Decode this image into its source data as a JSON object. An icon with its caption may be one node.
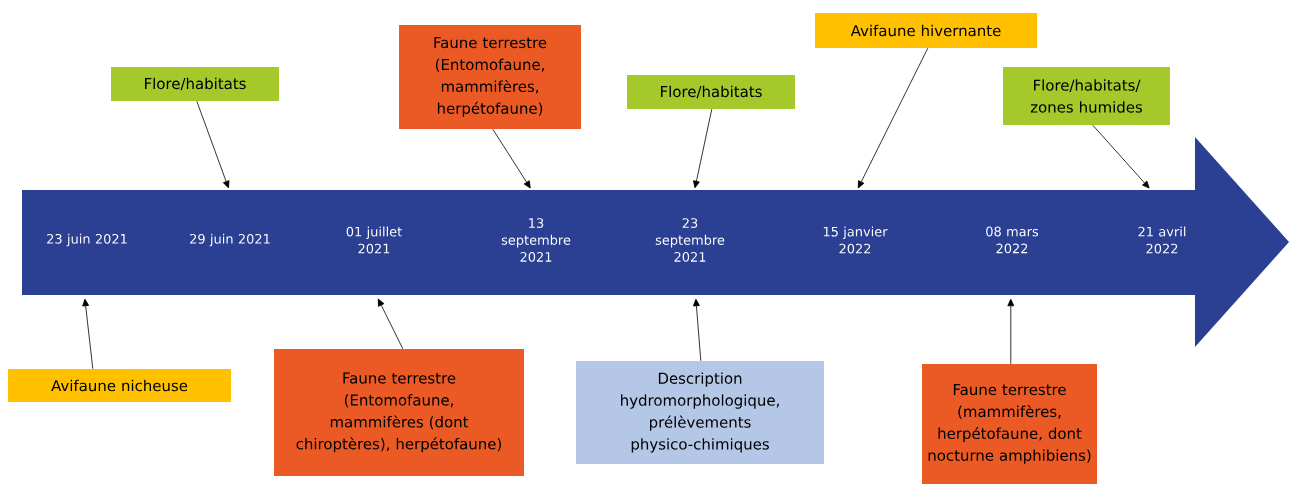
{
  "diagram": {
    "nodes": [
      {
        "text": [
          "23 juin 2021",
          "29 juin 2021",
          "01 juillet 2021",
          "13 septembre 2021",
          "23 septembre 2021",
          "15 janvier 2022",
          "08 mars 2022",
          "21 avril 2022"
        ]
      },
      {
        "text": [
          "Avifaune nicheuse"
        ]
      },
      {
        "text": [
          "Flore/habitats"
        ]
      },
      {
        "text": [
          "Faune terrestre (Entomofaune, mammifères (dont chiroptères), herpétofaune)"
        ]
      },
      {
        "text": [
          "Faune terrestre (Entomofaune, mammifères, herpétofaune)"
        ]
      },
      {
        "text": [
          "Description hydromorphologique, prélèvements physico-chimiques"
        ]
      },
      {
        "text": [
          "Flore/habitats"
        ]
      },
      {
        "text": [
          "Avifaune hivernante"
        ]
      },
      {
        "text": [
          "Faune terrestre (mammifères, herpétofaune, dont nocturne amphibiens)"
        ]
      },
      {
        "text": [
          "Flore/habitats/ zones humides"
        ]
      }
    ],
    "edges": [
      {
        "from": 1,
        "to": 0,
        "arrow": "to"
      },
      {
        "from": 2,
        "to": 0,
        "arrow": "to"
      },
      {
        "from": 3,
        "to": 0,
        "arrow": "to"
      },
      {
        "from": 4,
        "to": 0,
        "arrow": "to"
      },
      {
        "from": 5,
        "to": 0,
        "arrow": "to"
      },
      {
        "from": 6,
        "to": 0,
        "arrow": "to"
      },
      {
        "from": 7,
        "to": 0,
        "arrow": "to"
      },
      {
        "from": 8,
        "to": 0,
        "arrow": "to"
      },
      {
        "from": 9,
        "to": 0,
        "arrow": "to"
      }
    ]
  }
}
